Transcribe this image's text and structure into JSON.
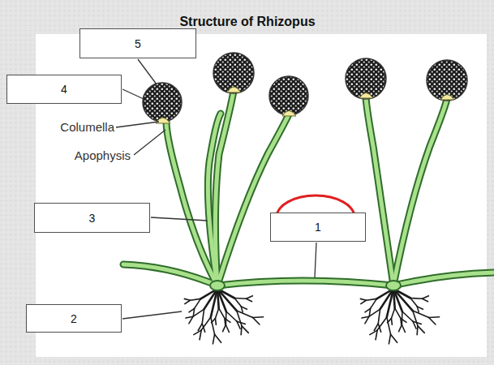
{
  "diagram": {
    "title": "Structure of Rhizopus",
    "nodes": [
      {
        "text": [
          "5"
        ]
      },
      {
        "text": [
          "4"
        ]
      },
      {
        "text": [
          "3"
        ]
      },
      {
        "text": [
          "1"
        ]
      },
      {
        "text": [
          "2"
        ]
      }
    ],
    "labels": [
      "Columella",
      "Apophysis"
    ]
  }
}
